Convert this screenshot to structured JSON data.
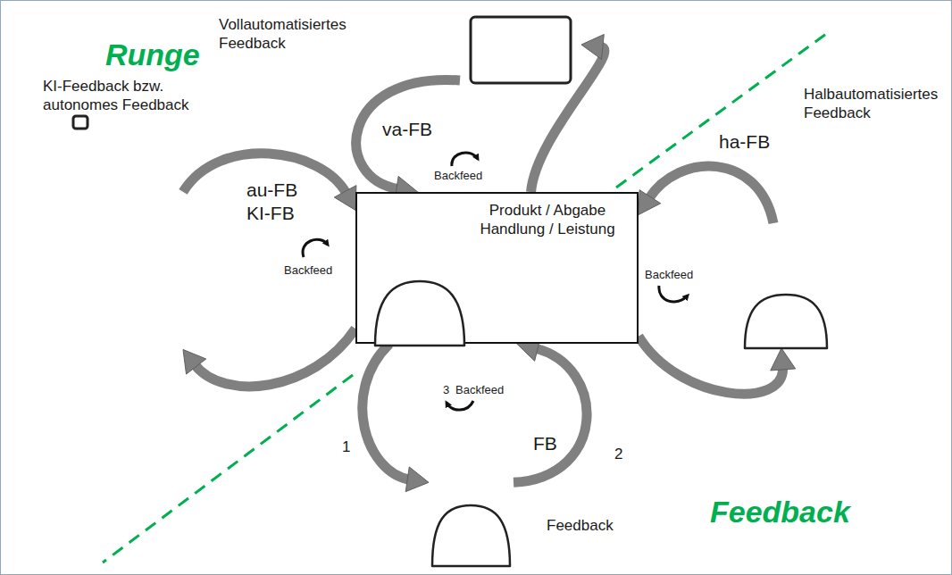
{
  "diagram": {
    "nodes": [
      {
        "text": [
          "Produkt / Abgabe Handlung / Leistung"
        ]
      },
      {
        "text": [
          "Vollautomatisiertes Feedback"
        ]
      },
      {
        "text": [
          "KI-Feedback bzw. autonomes Feedback"
        ]
      },
      {
        "text": [
          "Halbautomatisiertes Feedback"
        ]
      },
      {
        "text": [
          "Feedback"
        ]
      }
    ],
    "edges": [
      {
        "from": 1,
        "to": 0,
        "arrow": "to",
        "label": "va-FB"
      },
      {
        "from": 0,
        "to": 1,
        "arrow": "to"
      },
      {
        "from": 2,
        "to": 0,
        "arrow": "to",
        "label": "au-FB"
      },
      {
        "from": 0,
        "to": 2,
        "arrow": "to"
      },
      {
        "from": 3,
        "to": 0,
        "arrow": "to",
        "label": "ha-FB"
      },
      {
        "from": 0,
        "to": 3,
        "arrow": "to"
      },
      {
        "from": 0,
        "to": 4,
        "arrow": "to",
        "label": "1"
      },
      {
        "from": 4,
        "to": 0,
        "arrow": "to",
        "label": "2"
      }
    ],
    "labels": [
      "Runge",
      "Backfeed",
      "KI-FB",
      "Backfeed",
      "Backfeed",
      "3",
      "Backfeed",
      "FB",
      "Feedback"
    ]
  }
}
